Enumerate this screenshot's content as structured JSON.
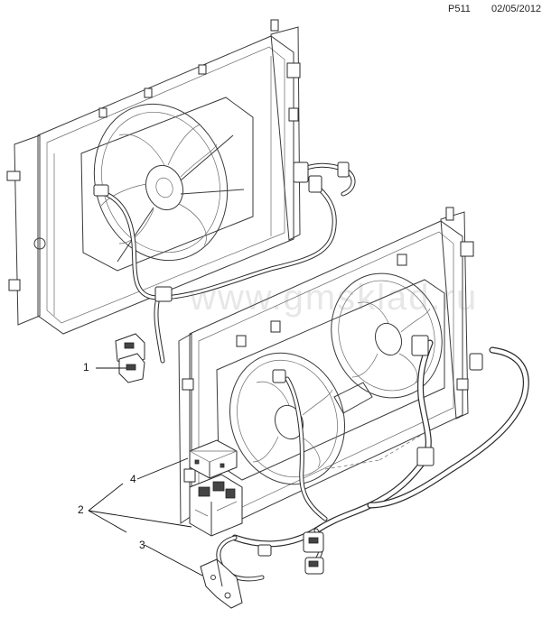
{
  "header": {
    "code": "P511",
    "date": "02/05/2012"
  },
  "watermark": "www.gmsklad.ru",
  "callouts": [
    {
      "id": "1",
      "label": "1"
    },
    {
      "id": "2",
      "label": "2"
    },
    {
      "id": "3",
      "label": "3"
    },
    {
      "id": "4",
      "label": "4"
    }
  ],
  "icons": {
    "upper_assembly": "single-fan-radiator-icon",
    "lower_assembly": "dual-fan-radiator-icon",
    "harness": "wiring-harness-icon",
    "relay": "relay-block-icon",
    "bracket": "bracket-icon",
    "connector": "connector-icon"
  }
}
